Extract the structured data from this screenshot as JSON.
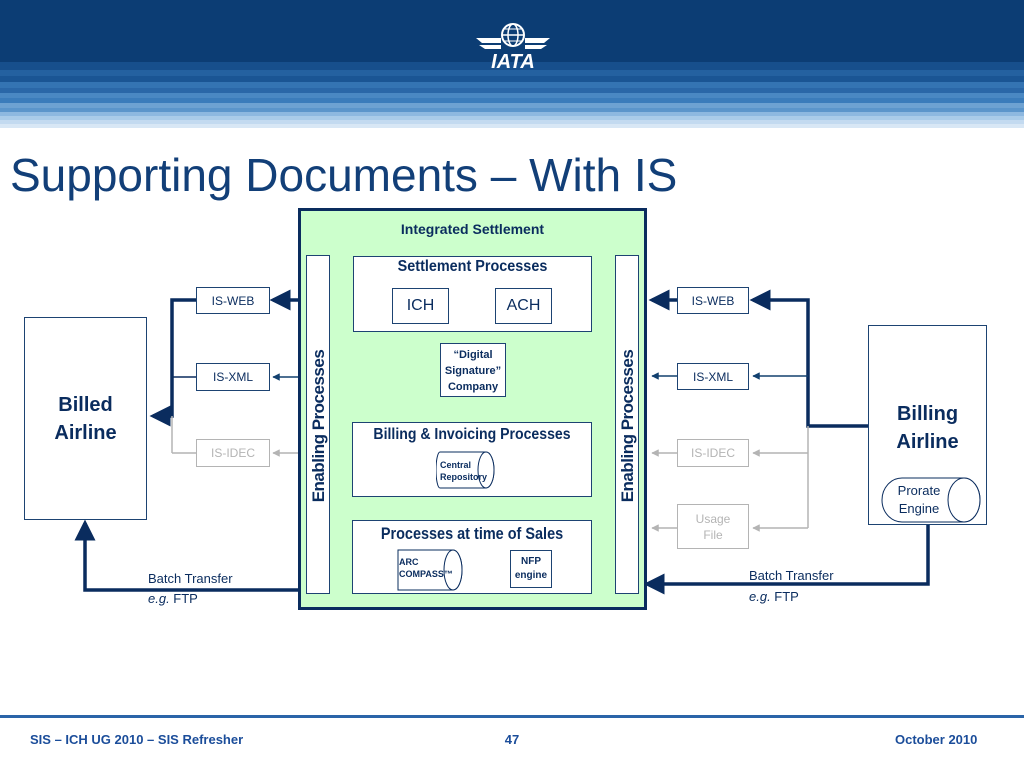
{
  "header": {
    "logo_text": "IATA"
  },
  "slide": {
    "title": "Supporting Documents – With IS"
  },
  "is_box": {
    "title": "Integrated Settlement",
    "enabling_left": "Enabling Processes",
    "enabling_right": "Enabling Processes",
    "settlement": {
      "title": "Settlement Processes",
      "ich": "ICH",
      "ach": "ACH"
    },
    "digital_signature": [
      "“Digital",
      "Signature”",
      "Company"
    ],
    "billing": {
      "title": "Billing & Invoicing Processes",
      "repository": [
        "Central",
        "Repository"
      ]
    },
    "sales": {
      "title": "Processes at time of Sales",
      "arc": [
        "ARC",
        "COMPASS™"
      ],
      "nfp": [
        "NFP",
        "engine"
      ]
    }
  },
  "left": {
    "airline": [
      "Billed",
      "Airline"
    ],
    "is_web": "IS-WEB",
    "is_xml": "IS-XML",
    "is_idec": "IS-IDEC",
    "batch_transfer": "Batch Transfer",
    "eg": "e.g.",
    "ftp": " FTP"
  },
  "right": {
    "airline": [
      "Billing",
      "Airline"
    ],
    "prorate": [
      "Prorate",
      "Engine"
    ],
    "is_web": "IS-WEB",
    "is_xml": "IS-XML",
    "is_idec": "IS-IDEC",
    "usage_file": [
      "Usage",
      "File"
    ],
    "batch_transfer": "Batch Transfer",
    "eg": "e.g.",
    "ftp": " FTP"
  },
  "footer": {
    "left": "SIS – ICH UG 2010 – SIS Refresher",
    "page": "47",
    "date": "October 2010"
  },
  "colors": {
    "navy": "#123f78",
    "box_fill": "#ccffcc",
    "grey": "#b4b4b4"
  }
}
